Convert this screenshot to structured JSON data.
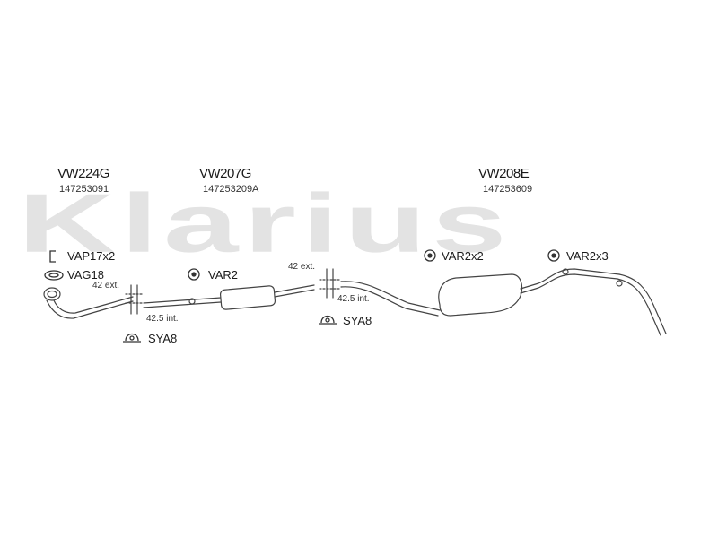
{
  "watermark": "Klarius",
  "parts": [
    {
      "code": "VW224G",
      "number": "147253091"
    },
    {
      "code": "VW207G",
      "number": "147253209A"
    },
    {
      "code": "VW208E",
      "number": "147253609"
    }
  ],
  "accessories": {
    "vap17": "VAP17x2",
    "vag18": "VAG18",
    "var2": "VAR2",
    "var2x2": "VAR2x2",
    "var2x3": "VAR2x3",
    "sya8_left": "SYA8",
    "sya8_mid": "SYA8"
  },
  "dimensions": {
    "left_ext": "42 ext.",
    "left_int": "42.5 int.",
    "mid_ext": "42 ext.",
    "mid_int": "42.5 int."
  }
}
